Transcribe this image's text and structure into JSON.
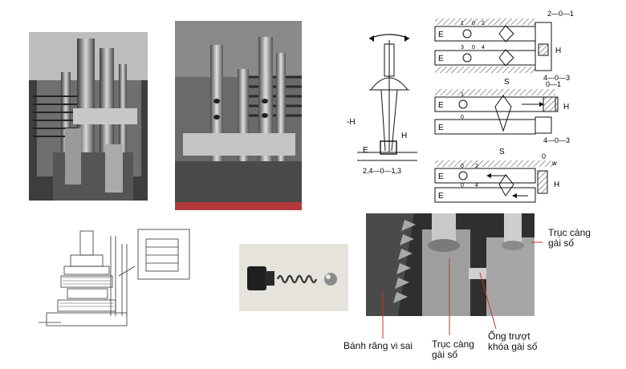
{
  "schematic": {
    "top_right_code": "2—0—1",
    "mid_code_1": "4—0—3",
    "mid_right_code": "0—1",
    "mid_code_2": "4—0—3",
    "bottom_code": "0",
    "gear_labels_top": [
      "1",
      "0",
      "2"
    ],
    "gear_labels_top_b": [
      "3",
      "0",
      "4"
    ],
    "gear_labels_mid": [
      "1",
      "0"
    ],
    "gear_labels_bot": [
      "0",
      "2",
      "0",
      "4"
    ],
    "letter_e": "E",
    "letter_s": "S",
    "letter_h": "H",
    "letter_w": "w",
    "left_h_label": "-H",
    "lever_h": "H",
    "lever_e": "E",
    "lever_code": "2,4—0—1,3"
  },
  "photo_labels": {
    "top_right": "Trục càng\ngài số",
    "diff_gear": "Bánh răng vi sai",
    "fork_shaft": "Trục càng\ngài số",
    "lock_tube": "Ống trượt\nkhóa gài số"
  },
  "colors": {
    "metal_dark": "#2b2b2b",
    "metal_mid": "#8c8c8c",
    "metal_light": "#d9d9d9",
    "hatch": "#555555",
    "pointer_red": "#c0392b"
  }
}
